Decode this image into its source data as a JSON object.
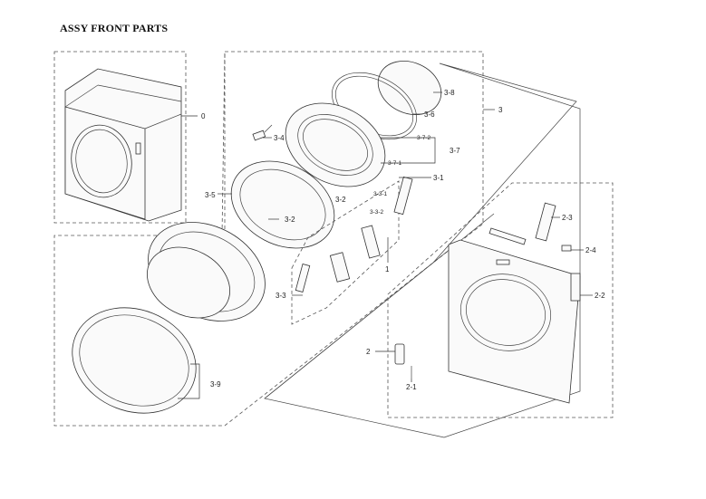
{
  "title": "ASSY FRONT PARTS",
  "labels": {
    "l0": "0",
    "l1": "1",
    "l2": "2",
    "l2_1": "2-1",
    "l2_2": "2-2",
    "l2_3": "2-3",
    "l2_4": "2-4",
    "l3": "3",
    "l3_1": "3-1",
    "l3_2a": "3-2",
    "l3_2b": "3-2",
    "l3_3": "3-3",
    "l3_3_1": "3-3-1",
    "l3_3_2": "3-3-2",
    "l3_4": "3-4",
    "l3_5": "3-5",
    "l3_6": "3-6",
    "l3_7": "3-7",
    "l3_7_1": "3-7-1",
    "l3_7_2": "3-7-2",
    "l3_8": "3-8",
    "l3_9": "3-9"
  }
}
